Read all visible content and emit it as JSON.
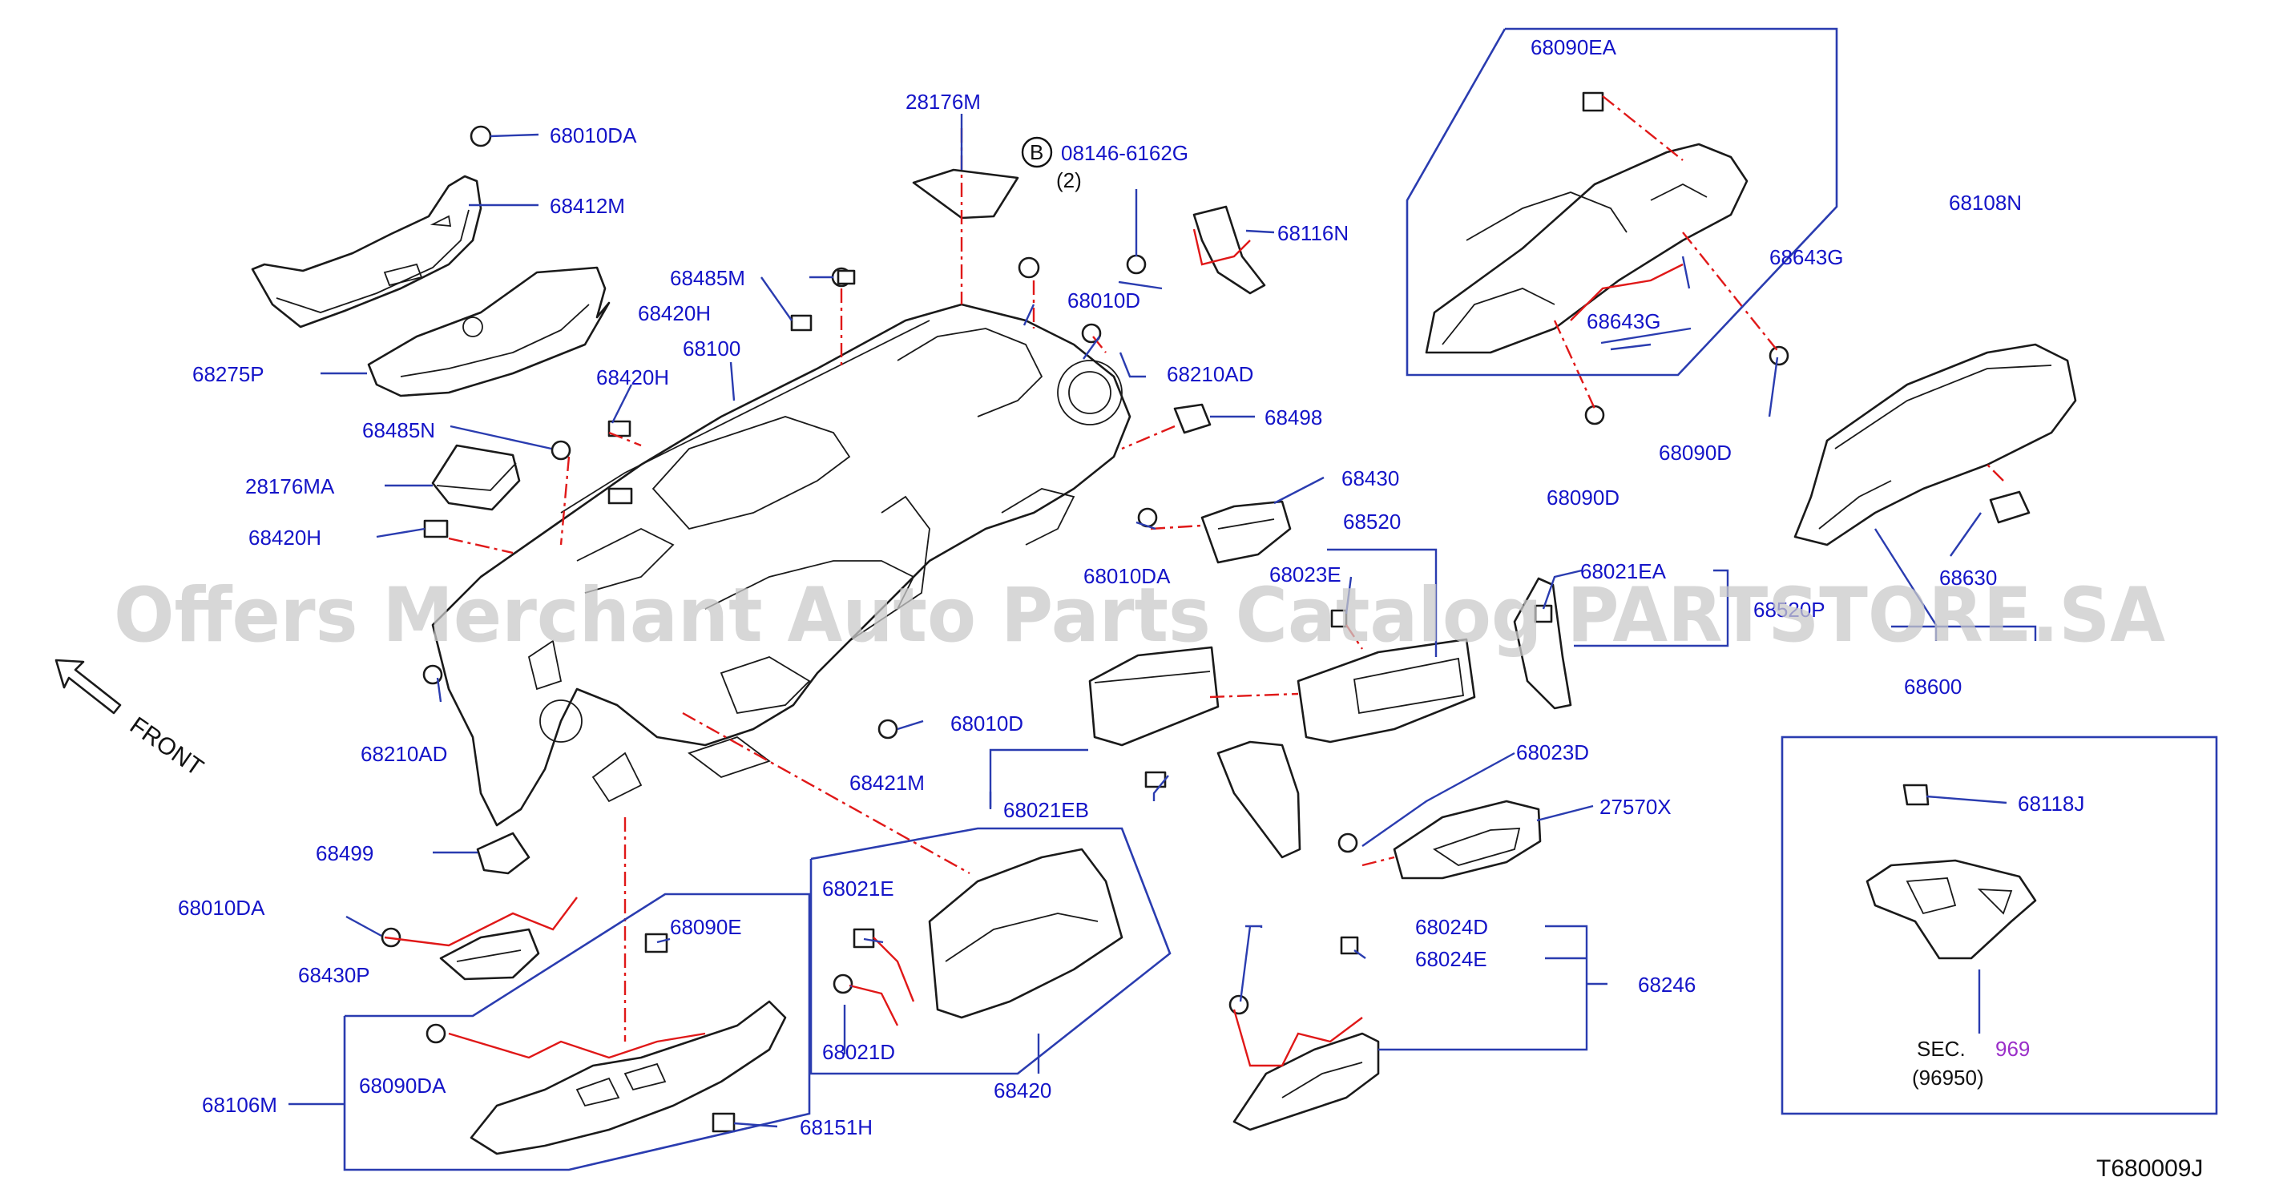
{
  "watermark": "Offers Merchant Auto Parts Catalog PARTSTORE.SA",
  "diagram_ref": "T680009J",
  "front_label": "FRONT",
  "bolt_callout": {
    "marker": "B",
    "part": "08146-6162G",
    "qty": "(2)"
  },
  "sec_callout": {
    "prefix": "SEC.",
    "number": "969",
    "sub": "(96950)"
  },
  "parts": {
    "p68010DA_a": "68010DA",
    "p68412M": "68412M",
    "p28176M": "28176M",
    "p68116N": "68116N",
    "p68090EA": "68090EA",
    "p68108N": "68108N",
    "p68643G_a": "68643G",
    "p68643G_b": "68643G",
    "p68090D_a": "68090D",
    "p68090D_b": "68090D",
    "p68485M": "68485M",
    "p68420H_a": "68420H",
    "p68010D_a": "68010D",
    "p68100": "68100",
    "p68210AD_a": "68210AD",
    "p68275P": "68275P",
    "p68420H_b": "68420H",
    "p68498": "68498",
    "p68485N": "68485N",
    "p28176MA": "28176MA",
    "p68430": "68430",
    "p68420H_c": "68420H",
    "p68520": "68520",
    "p68010DA_b": "68010DA",
    "p68023E": "68023E",
    "p68021EA": "68021EA",
    "p68630": "68630",
    "p68520P": "68520P",
    "p68600": "68600",
    "p68210AD_b": "68210AD",
    "p68010D_b": "68010D",
    "p68023D": "68023D",
    "p68421M": "68421M",
    "p68021EB": "68021EB",
    "p27570X": "27570X",
    "p68118J": "68118J",
    "p68499": "68499",
    "p68010DA_c": "68010DA",
    "p68021E": "68021E",
    "p68090E": "68090E",
    "p68024D": "68024D",
    "p68024E": "68024E",
    "p68430P": "68430P",
    "p68246": "68246",
    "p68021D": "68021D",
    "p68106M": "68106M",
    "p68090DA": "68090DA",
    "p68420": "68420",
    "p68151H": "68151H"
  }
}
